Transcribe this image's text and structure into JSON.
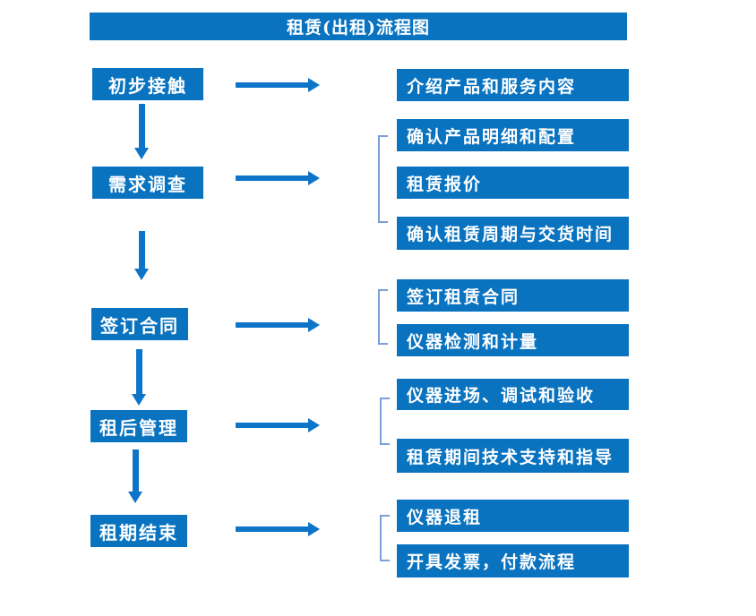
{
  "title": "租赁(出租)流程图",
  "colors": {
    "primary_blue": "#0a73c0",
    "arrow_blue": "#0e74c8",
    "bracket_blue": "#7d9ed6",
    "text_white": "#ffffff"
  },
  "stages": [
    {
      "label": "初步接触",
      "details": [
        "介绍产品和服务内容"
      ]
    },
    {
      "label": "需求调查",
      "details": [
        "确认产品明细和配置",
        "租赁报价",
        "确认租赁周期与交货时间"
      ]
    },
    {
      "label": "签订合同",
      "details": [
        "签订租赁合同",
        "仪器检测和计量"
      ]
    },
    {
      "label": "租后管理",
      "details": [
        "仪器进场、调试和验收",
        "租赁期间技术支持和指导"
      ]
    },
    {
      "label": "租期结束",
      "details": [
        "仪器退租",
        "开具发票，付款流程"
      ]
    }
  ]
}
